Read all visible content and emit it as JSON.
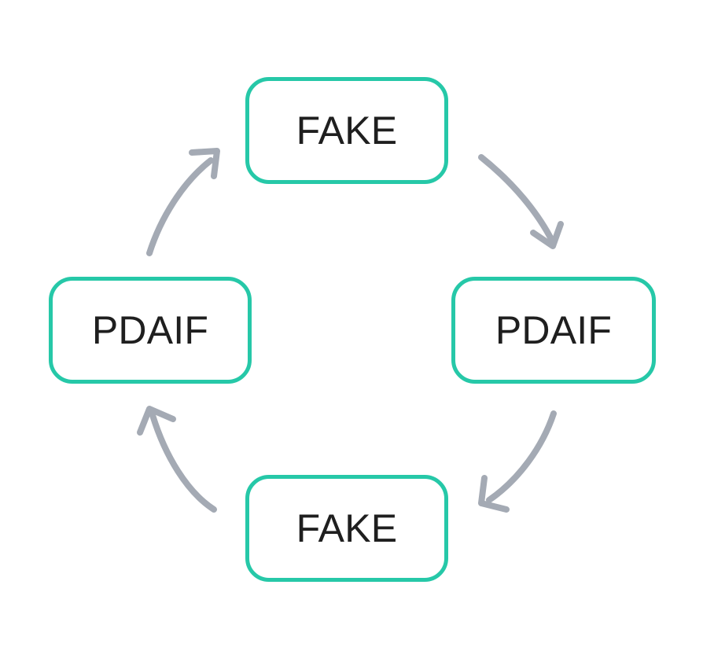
{
  "diagram": {
    "title": "",
    "type": "cycle",
    "background_color": "#ffffff",
    "node_border_color": "#26c8a8",
    "node_fill_color": "#ffffff",
    "node_text_color": "#1f1f1f",
    "arrow_color": "#a4aab4",
    "nodes": [
      {
        "id": "top",
        "label": "FAKE",
        "position": "top"
      },
      {
        "id": "right",
        "label": "PDAIF",
        "position": "right"
      },
      {
        "id": "bottom",
        "label": "FAKE",
        "position": "bottom"
      },
      {
        "id": "left",
        "label": "PDAIF",
        "position": "left"
      }
    ],
    "arrows": [
      {
        "id": "top-to-right",
        "from": "top",
        "to": "right",
        "direction": "clockwise"
      },
      {
        "id": "right-to-bottom",
        "from": "right",
        "to": "bottom",
        "direction": "clockwise"
      },
      {
        "id": "bottom-to-left",
        "from": "bottom",
        "to": "left",
        "direction": "clockwise"
      },
      {
        "id": "left-to-top",
        "from": "left",
        "to": "top",
        "direction": "clockwise"
      }
    ]
  }
}
